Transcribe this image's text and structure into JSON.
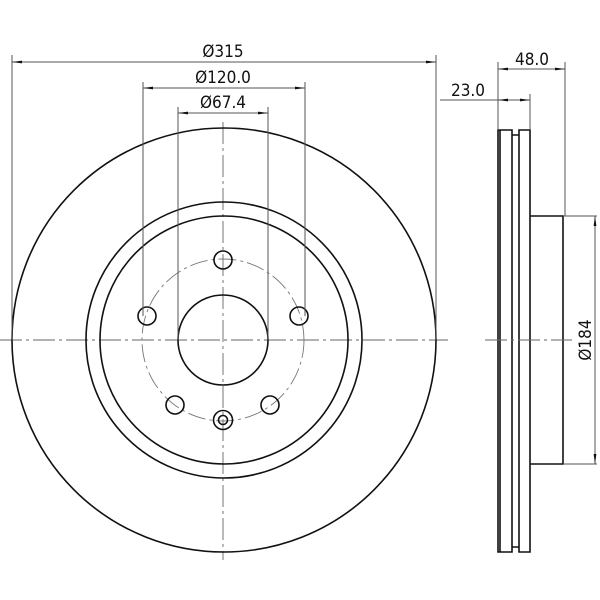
{
  "drawing": {
    "title": "Brake disc technical drawing",
    "front_view": {
      "dimensions": {
        "outer_diameter": "Ø315",
        "pcd_diameter": "Ø120.0",
        "center_bore_diameter": "Ø67.4"
      },
      "bolt_holes": 5,
      "locating_holes": 1
    },
    "side_view": {
      "dimensions": {
        "total_height": "48.0",
        "disc_thickness": "23.0",
        "hat_diameter": "Ø184"
      },
      "type": "vented"
    }
  }
}
